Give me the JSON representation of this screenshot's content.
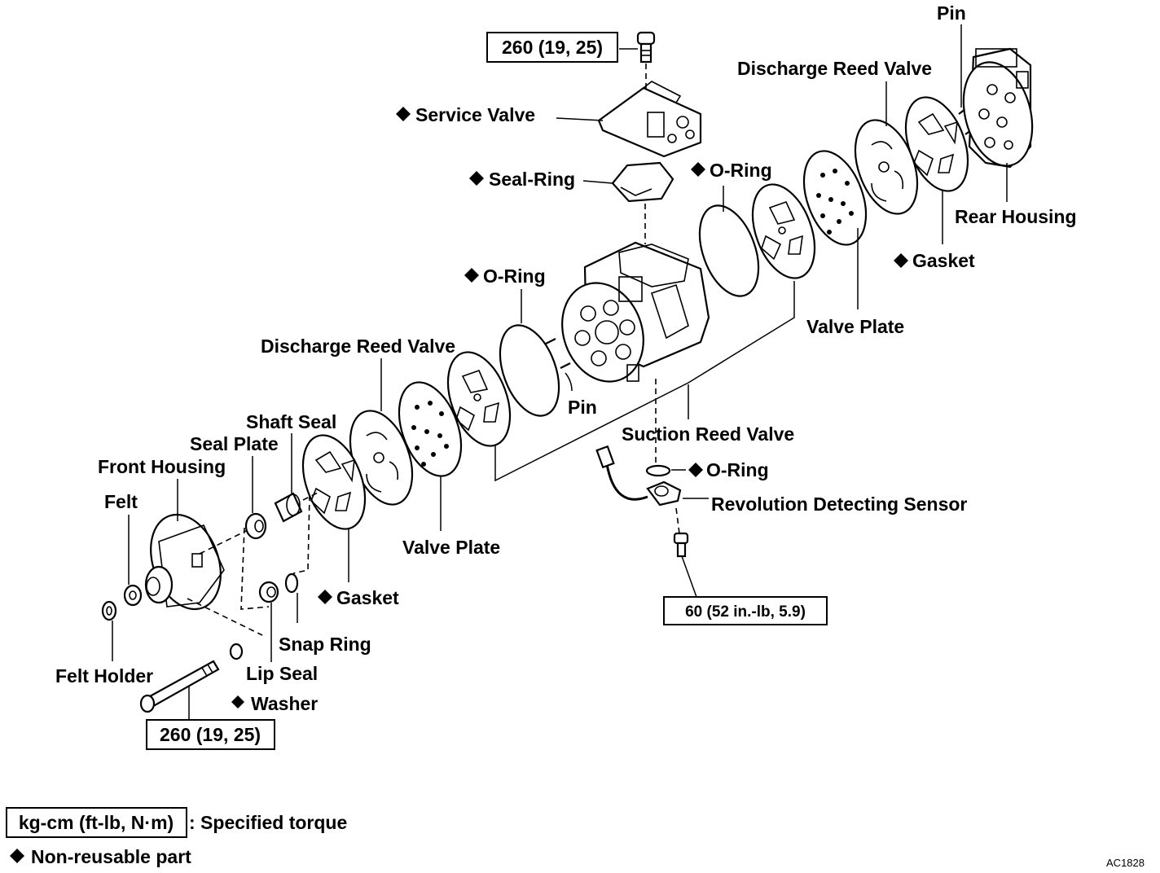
{
  "labels": {
    "pin_top": "Pin",
    "discharge_reed_valve_rear": "Discharge Reed Valve",
    "service_valve": "Service Valve",
    "seal_ring": "Seal-Ring",
    "o_ring_top": "O-Ring",
    "rear_housing": "Rear Housing",
    "gasket_rear": "Gasket",
    "o_ring_left": "O-Ring",
    "valve_plate_rear": "Valve Plate",
    "discharge_reed_valve_front": "Discharge Reed Valve",
    "pin_mid": "Pin",
    "shaft_seal": "Shaft Seal",
    "suction_reed_valve": "Suction Reed Valve",
    "seal_plate": "Seal Plate",
    "front_housing": "Front Housing",
    "o_ring_sensor": "O-Ring",
    "revolution_detecting_sensor": "Revolution Detecting Sensor",
    "felt": "Felt",
    "valve_plate_front": "Valve Plate",
    "gasket_front": "Gasket",
    "snap_ring": "Snap Ring",
    "felt_holder": "Felt Holder",
    "lip_seal": "Lip Seal",
    "washer": "Washer"
  },
  "torque": {
    "service_valve_bolt": "260 (19, 25)",
    "sensor_bolt": "60 (52 in.-lb, 5.9)",
    "through_bolt": "260 (19, 25)"
  },
  "legend": {
    "torque_box": "kg-cm (ft-lb, N·m)",
    "torque_desc": ": Specified torque",
    "non_reusable": "Non-reusable part"
  },
  "figure_code": "AC1828"
}
